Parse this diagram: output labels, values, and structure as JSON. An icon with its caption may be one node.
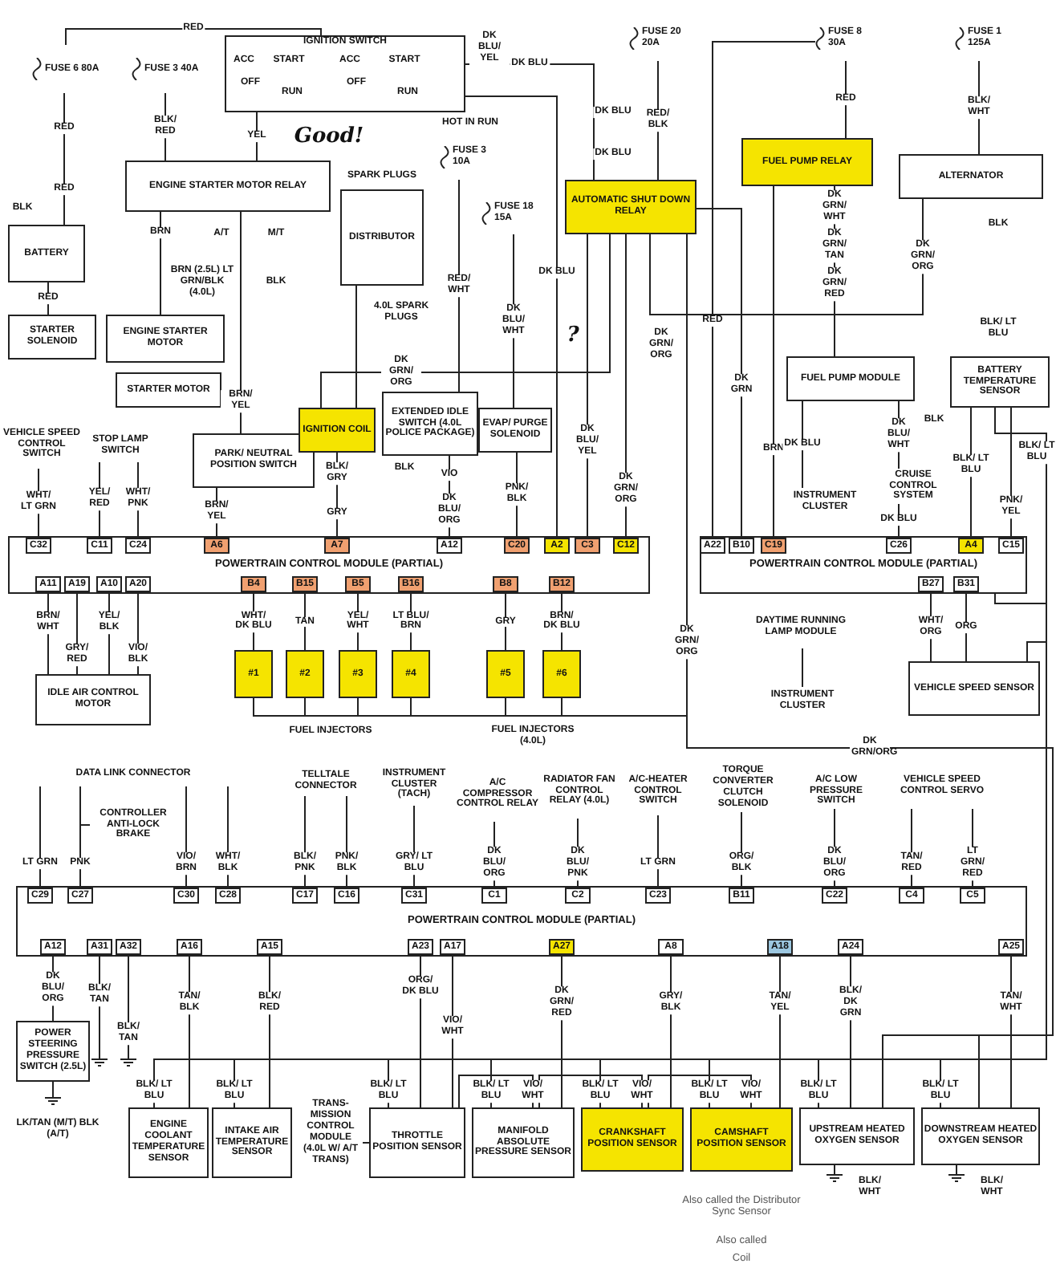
{
  "diagram": {
    "nodes": [
      {
        "text": [
          "FUSE 6 80A"
        ]
      },
      {
        "text": [
          "FUSE 3 40A"
        ]
      },
      {
        "text": [
          "IGNITION SWITCH"
        ]
      },
      {
        "text": [
          "ENGINE STARTER MOTOR RELAY"
        ]
      },
      {
        "text": [
          "BATTERY"
        ]
      },
      {
        "text": [
          "STARTER SOLENOID"
        ]
      },
      {
        "text": [
          "ENGINE STARTER MOTOR"
        ]
      },
      {
        "text": [
          "STARTER MOTOR"
        ]
      },
      {
        "text": [
          "PARK/ NEUTRAL POSITION SWITCH"
        ]
      },
      {
        "text": [
          "VEHICLE SPEED CONTROL SWITCH"
        ]
      },
      {
        "text": [
          "STOP LAMP SWITCH"
        ]
      },
      {
        "text": [
          "DISTRIBUTOR"
        ]
      },
      {
        "text": [
          "IGNITION COIL"
        ]
      },
      {
        "text": [
          "EXTENDED IDLE SWITCH (4.0L POLICE PACKAGE)"
        ]
      },
      {
        "text": [
          "EVAP/ PURGE SOLENOID"
        ]
      },
      {
        "text": [
          "FUSE 3 10A"
        ]
      },
      {
        "text": [
          "FUSE 18 15A"
        ]
      },
      {
        "text": [
          "AUTOMATIC SHUT DOWN RELAY"
        ]
      },
      {
        "text": [
          "FUSE 20 20A"
        ]
      },
      {
        "text": [
          "FUSE 8 30A"
        ]
      },
      {
        "text": [
          "FUSE 1 125A"
        ]
      },
      {
        "text": [
          "FUEL PUMP RELAY"
        ]
      },
      {
        "text": [
          "ALTERNATOR"
        ]
      },
      {
        "text": [
          "FUEL PUMP MODULE"
        ]
      },
      {
        "text": [
          "BATTERY TEMPERATURE SENSOR"
        ]
      },
      {
        "text": [
          "INSTRUMENT CLUSTER"
        ]
      },
      {
        "text": [
          "CRUISE CONTROL SYSTEM"
        ]
      },
      {
        "text": [
          "POWERTRAIN CONTROL MODULE (PARTIAL)"
        ]
      },
      {
        "text": [
          "POWERTRAIN CONTROL MODULE (PARTIAL)"
        ]
      },
      {
        "text": [
          "IDLE AIR CONTROL MOTOR"
        ]
      },
      {
        "text": [
          "#1"
        ]
      },
      {
        "text": [
          "#2"
        ]
      },
      {
        "text": [
          "#3"
        ]
      },
      {
        "text": [
          "#4"
        ]
      },
      {
        "text": [
          "#5"
        ]
      },
      {
        "text": [
          "#6"
        ]
      },
      {
        "text": [
          "DAYTIME RUNNING LAMP MODULE"
        ]
      },
      {
        "text": [
          "INSTRUMENT CLUSTER"
        ]
      },
      {
        "text": [
          "VEHICLE SPEED SENSOR"
        ]
      },
      {
        "text": [
          "DATA LINK CONNECTOR"
        ]
      },
      {
        "text": [
          "CONTROLLER ANTI-LOCK BRAKE"
        ]
      },
      {
        "text": [
          "TELLTALE CONNECTOR"
        ]
      },
      {
        "text": [
          "INSTRUMENT CLUSTER (TACH)"
        ]
      },
      {
        "text": [
          "A/C COMPRESSOR CONTROL RELAY"
        ]
      },
      {
        "text": [
          "RADIATOR FAN CONTROL RELAY (4.0L)"
        ]
      },
      {
        "text": [
          "A/C-HEATER CONTROL SWITCH"
        ]
      },
      {
        "text": [
          "TORQUE CONVERTER CLUTCH SOLENOID"
        ]
      },
      {
        "text": [
          "A/C LOW PRESSURE SWITCH"
        ]
      },
      {
        "text": [
          "VEHICLE SPEED CONTROL SERVO"
        ]
      },
      {
        "text": [
          "POWERTRAIN CONTROL MODULE (PARTIAL)"
        ]
      },
      {
        "text": [
          "POWER STEERING PRESSURE SWITCH (2.5L)"
        ]
      },
      {
        "text": [
          "ENGINE COOLANT TEMPERATURE SENSOR"
        ]
      },
      {
        "text": [
          "INTAKE AIR TEMPERATURE SENSOR"
        ]
      },
      {
        "text": [
          "TRANS- MISSION CONTROL MODULE (4.0L W/ A/T TRANS)"
        ]
      },
      {
        "text": [
          "THROTTLE POSITION SENSOR"
        ]
      },
      {
        "text": [
          "MANIFOLD ABSOLUTE PRESSURE SENSOR"
        ]
      },
      {
        "text": [
          "CRANKSHAFT POSITION SENSOR"
        ]
      },
      {
        "text": [
          "CAMSHAFT POSITION SENSOR"
        ]
      },
      {
        "text": [
          "UPSTREAM HEATED OXYGEN SENSOR"
        ]
      },
      {
        "text": [
          "DOWNSTREAM HEATED OXYGEN SENSOR"
        ]
      }
    ],
    "edges": [
      {
        "from": 0,
        "to": 4,
        "arrow": "none",
        "label": "RED"
      },
      {
        "from": 0,
        "to": 2,
        "arrow": "none",
        "label": "RED"
      },
      {
        "from": 1,
        "to": 3,
        "arrow": "none",
        "label": "BLK/ RED"
      },
      {
        "from": 2,
        "to": 3,
        "arrow": "none",
        "label": "YEL"
      },
      {
        "from": 3,
        "to": 6,
        "arrow": "none",
        "label": "BRN"
      },
      {
        "from": 4,
        "to": 5,
        "arrow": "none",
        "label": "RED"
      },
      {
        "from": 3,
        "to": 8,
        "arrow": "none",
        "label": "BRN/ YEL"
      },
      {
        "from": 8,
        "to": 27,
        "arrow": "none",
        "label": "BRN/ YEL"
      },
      {
        "from": 9,
        "to": 27,
        "arrow": "none",
        "label": "WHT/ LT GRN"
      },
      {
        "from": 10,
        "to": 27,
        "arrow": "none",
        "label": "YEL/ RED"
      },
      {
        "from": 10,
        "to": 27,
        "arrow": "none",
        "label": "WHT/ PNK"
      },
      {
        "from": 12,
        "to": 27,
        "arrow": "none",
        "label": "BLK/ GRY"
      },
      {
        "from": 17,
        "to": 12,
        "arrow": "none",
        "label": "DK GRN/ ORG"
      },
      {
        "from": 11,
        "to": 12,
        "arrow": "none"
      },
      {
        "from": 13,
        "to": 27,
        "arrow": "none",
        "label": "VIO"
      },
      {
        "from": 14,
        "to": 27,
        "arrow": "none",
        "label": "PNK/ BLK"
      },
      {
        "from": 16,
        "to": 14,
        "arrow": "none",
        "label": "DK BLU/ WHT"
      },
      {
        "from": 15,
        "to": 13,
        "arrow": "none",
        "label": "RED/ WHT"
      },
      {
        "from": 2,
        "to": 17,
        "arrow": "none",
        "label": "DK BLU"
      },
      {
        "from": 17,
        "to": 27,
        "arrow": "none",
        "label": "DK BLU/ YEL"
      },
      {
        "from": 17,
        "to": 27,
        "arrow": "none",
        "label": "DK GRN/ ORG"
      },
      {
        "from": 2,
        "to": 27,
        "arrow": "none",
        "label": "DK BLU"
      },
      {
        "from": 18,
        "to": 17,
        "arrow": "none",
        "label": "RED/ BLK"
      },
      {
        "from": 19,
        "to": 21,
        "arrow": "none",
        "label": "RED"
      },
      {
        "from": 21,
        "to": 23,
        "arrow": "none",
        "label": "DK GRN/ WHT"
      },
      {
        "from": 21,
        "to": 28,
        "arrow": "none",
        "label": "BRN"
      },
      {
        "from": 19,
        "to": 28,
        "arrow": "none",
        "label": "RED"
      },
      {
        "from": 17,
        "to": 28,
        "arrow": "none",
        "label": "DK GRN"
      },
      {
        "from": 20,
        "to": 22,
        "arrow": "none",
        "label": "BLK/ WHT"
      },
      {
        "from": 22,
        "to": 17,
        "arrow": "none",
        "label": "DK GRN/ ORG"
      },
      {
        "from": 23,
        "to": 25,
        "arrow": "none",
        "label": "DK BLU"
      },
      {
        "from": 23,
        "to": 26,
        "arrow": "none",
        "label": "DK BLU/ WHT"
      },
      {
        "from": 26,
        "to": 28,
        "arrow": "none",
        "label": "DK BLU"
      },
      {
        "from": 24,
        "to": 28,
        "arrow": "none",
        "label": "PNK/ YEL"
      },
      {
        "from": 24,
        "to": 28,
        "arrow": "none",
        "label": "BLK/ LT BLU"
      },
      {
        "from": 27,
        "to": 29,
        "arrow": "none",
        "label": "BRN/ WHT"
      },
      {
        "from": 27,
        "to": 29,
        "arrow": "none",
        "label": "GRY/ RED"
      },
      {
        "from": 27,
        "to": 29,
        "arrow": "none",
        "label": "YEL/ BLK"
      },
      {
        "from": 27,
        "to": 29,
        "arrow": "none",
        "label": "VIO/ BLK"
      },
      {
        "from": 27,
        "to": 30,
        "arrow": "none",
        "label": "WHT/ DK BLU"
      },
      {
        "from": 27,
        "to": 31,
        "arrow": "none",
        "label": "TAN"
      },
      {
        "from": 27,
        "to": 32,
        "arrow": "none",
        "label": "YEL/ WHT"
      },
      {
        "from": 27,
        "to": 33,
        "arrow": "none",
        "label": "LT BLU/ BRN"
      },
      {
        "from": 27,
        "to": 34,
        "arrow": "none",
        "label": "GRY"
      },
      {
        "from": 27,
        "to": 35,
        "arrow": "none",
        "label": "BRN/ DK BLU"
      },
      {
        "from": 17,
        "to": 35,
        "arrow": "none",
        "label": "DK GRN/ ORG"
      },
      {
        "from": 17,
        "to": 34,
        "arrow": "none"
      },
      {
        "from": 17,
        "to": 33,
        "arrow": "none"
      },
      {
        "from": 17,
        "to": 32,
        "arrow": "none"
      },
      {
        "from": 17,
        "to": 31,
        "arrow": "none"
      },
      {
        "from": 17,
        "to": 30,
        "arrow": "none"
      },
      {
        "from": 28,
        "to": 38,
        "arrow": "none",
        "label": "WHT/ ORG"
      },
      {
        "from": 28,
        "to": 38,
        "arrow": "none",
        "label": "ORG"
      },
      {
        "from": 38,
        "to": 24,
        "arrow": "none",
        "label": "BLK/ LT BLU"
      },
      {
        "from": 36,
        "to": 37,
        "arrow": "none"
      },
      {
        "from": 39,
        "to": 49,
        "arrow": "none",
        "label": "LT GRN"
      },
      {
        "from": 39,
        "to": 49,
        "arrow": "none",
        "label": "PNK"
      },
      {
        "from": 40,
        "to": 49,
        "arrow": "none"
      },
      {
        "from": 39,
        "to": 49,
        "arrow": "none",
        "label": "VIO/ BRN"
      },
      {
        "from": 39,
        "to": 49,
        "arrow": "none",
        "label": "WHT/ BLK"
      },
      {
        "from": 41,
        "to": 49,
        "arrow": "none",
        "label": "BLK/ PNK"
      },
      {
        "from": 41,
        "to": 49,
        "arrow": "none",
        "label": "PNK/ BLK"
      },
      {
        "from": 42,
        "to": 49,
        "arrow": "none",
        "label": "GRY/ LT BLU"
      },
      {
        "from": 43,
        "to": 49,
        "arrow": "none",
        "label": "DK BLU/ ORG"
      },
      {
        "from": 44,
        "to": 49,
        "arrow": "none",
        "label": "DK BLU/ PNK"
      },
      {
        "from": 45,
        "to": 49,
        "arrow": "none",
        "label": "LT GRN"
      },
      {
        "from": 46,
        "to": 49,
        "arrow": "none",
        "label": "ORG/ BLK"
      },
      {
        "from": 47,
        "to": 49,
        "arrow": "none",
        "label": "DK BLU/ ORG"
      },
      {
        "from": 48,
        "to": 49,
        "arrow": "none",
        "label": "TAN/ RED"
      },
      {
        "from": 48,
        "to": 49,
        "arrow": "none",
        "label": "LT GRN/ RED"
      },
      {
        "from": 49,
        "to": 50,
        "arrow": "none",
        "label": "DK BLU/ ORG"
      },
      {
        "from": 49,
        "to": 51,
        "arrow": "none",
        "label": "TAN/ BLK"
      },
      {
        "from": 49,
        "to": 52,
        "arrow": "none",
        "label": "BLK/ RED"
      },
      {
        "from": 49,
        "to": 54,
        "arrow": "none",
        "label": "ORG/ DK BLU"
      },
      {
        "from": 49,
        "to": 54,
        "arrow": "none",
        "label": "VIO/ WHT"
      },
      {
        "from": 49,
        "to": 55,
        "arrow": "none",
        "label": "DK GRN/ RED"
      },
      {
        "from": 49,
        "to": 56,
        "arrow": "none",
        "label": "GRY/ BLK"
      },
      {
        "from": 49,
        "to": 57,
        "arrow": "none",
        "label": "TAN/ YEL"
      },
      {
        "from": 49,
        "to": 58,
        "arrow": "none",
        "label": "BLK/ DK GRN"
      },
      {
        "from": 49,
        "to": 59,
        "arrow": "none",
        "label": "TAN/ WHT"
      },
      {
        "from": 53,
        "to": 54,
        "arrow": "none"
      },
      {
        "from": 51,
        "to": 52,
        "arrow": "none",
        "label": "BLK/ LT BLU"
      },
      {
        "from": 52,
        "to": 54,
        "arrow": "none",
        "label": "BLK/ LT BLU"
      },
      {
        "from": 54,
        "to": 55,
        "arrow": "none",
        "label": "BLK/ LT BLU"
      },
      {
        "from": 55,
        "to": 56,
        "arrow": "none",
        "label": "BLK/ LT BLU"
      },
      {
        "from": 56,
        "to": 57,
        "arrow": "none",
        "label": "BLK/ LT BLU"
      },
      {
        "from": 57,
        "to": 58,
        "arrow": "none",
        "label": "BLK/ LT BLU"
      },
      {
        "from": 58,
        "to": 59,
        "arrow": "none",
        "label": "BLK/ LT BLU"
      },
      {
        "from": 28,
        "to": 51,
        "arrow": "none",
        "label": "BLK/ LT BLU"
      },
      {
        "from": 54,
        "to": 55,
        "arrow": "none",
        "label": "VIO/ WHT"
      },
      {
        "from": 55,
        "to": 56,
        "arrow": "none",
        "label": "VIO/ WHT"
      },
      {
        "from": 56,
        "to": 57,
        "arrow": "none",
        "label": "VIO/ WHT"
      },
      {
        "from": 17,
        "to": 59,
        "arrow": "none",
        "label": "DK GRN/ORG"
      },
      {
        "from": 17,
        "to": 58,
        "arrow": "none"
      }
    ],
    "labels": [
      "ACC",
      "OFF",
      "START",
      "RUN",
      "ACC",
      "OFF",
      "START",
      "RUN",
      "Good!",
      "BLK",
      "BRN (2.5L) LT GRN/BLK (4.0L)",
      "A/T",
      "M/T",
      "BLK",
      "HOT IN RUN",
      "SPARK PLUGS",
      "4.0L SPARK PLUGS",
      "DK BLU/ YEL",
      "DK BLU",
      "GRY",
      "BLK",
      "DK BLU/ ORG",
      "?",
      "DK GRN/ ORG",
      "DK GRN/ TAN",
      "DK GRN/ RED",
      "BLK/ LT BLU",
      "BLK",
      "BLK",
      "RED",
      "DK BLU",
      "C32",
      "C11",
      "C24",
      "A6",
      "A7",
      "A12",
      "C20",
      "A2",
      "C3",
      "C12",
      "A22",
      "B10",
      "C19",
      "C26",
      "A4",
      "C15",
      "A11",
      "A19",
      "A10",
      "A20",
      "B4",
      "B15",
      "B5",
      "B16",
      "B8",
      "B12",
      "B27",
      "B31",
      "FUEL INJECTORS",
      "FUEL INJECTORS (4.0L)",
      "C29",
      "C27",
      "C30",
      "C28",
      "C17",
      "C16",
      "C31",
      "C1",
      "C2",
      "C23",
      "B11",
      "C22",
      "C4",
      "C5",
      "A12",
      "A31",
      "A32",
      "A16",
      "A15",
      "A23",
      "A17",
      "A27",
      "A8",
      "A18",
      "A24",
      "A25",
      "BLK/ TAN",
      "BLK/ TAN",
      "LK/TAN (M/T) BLK (A/T)",
      "BLK/ WHT",
      "BLK/ WHT",
      "Also called the Distributor Sync Sensor",
      "Also called",
      "Coil"
    ]
  }
}
